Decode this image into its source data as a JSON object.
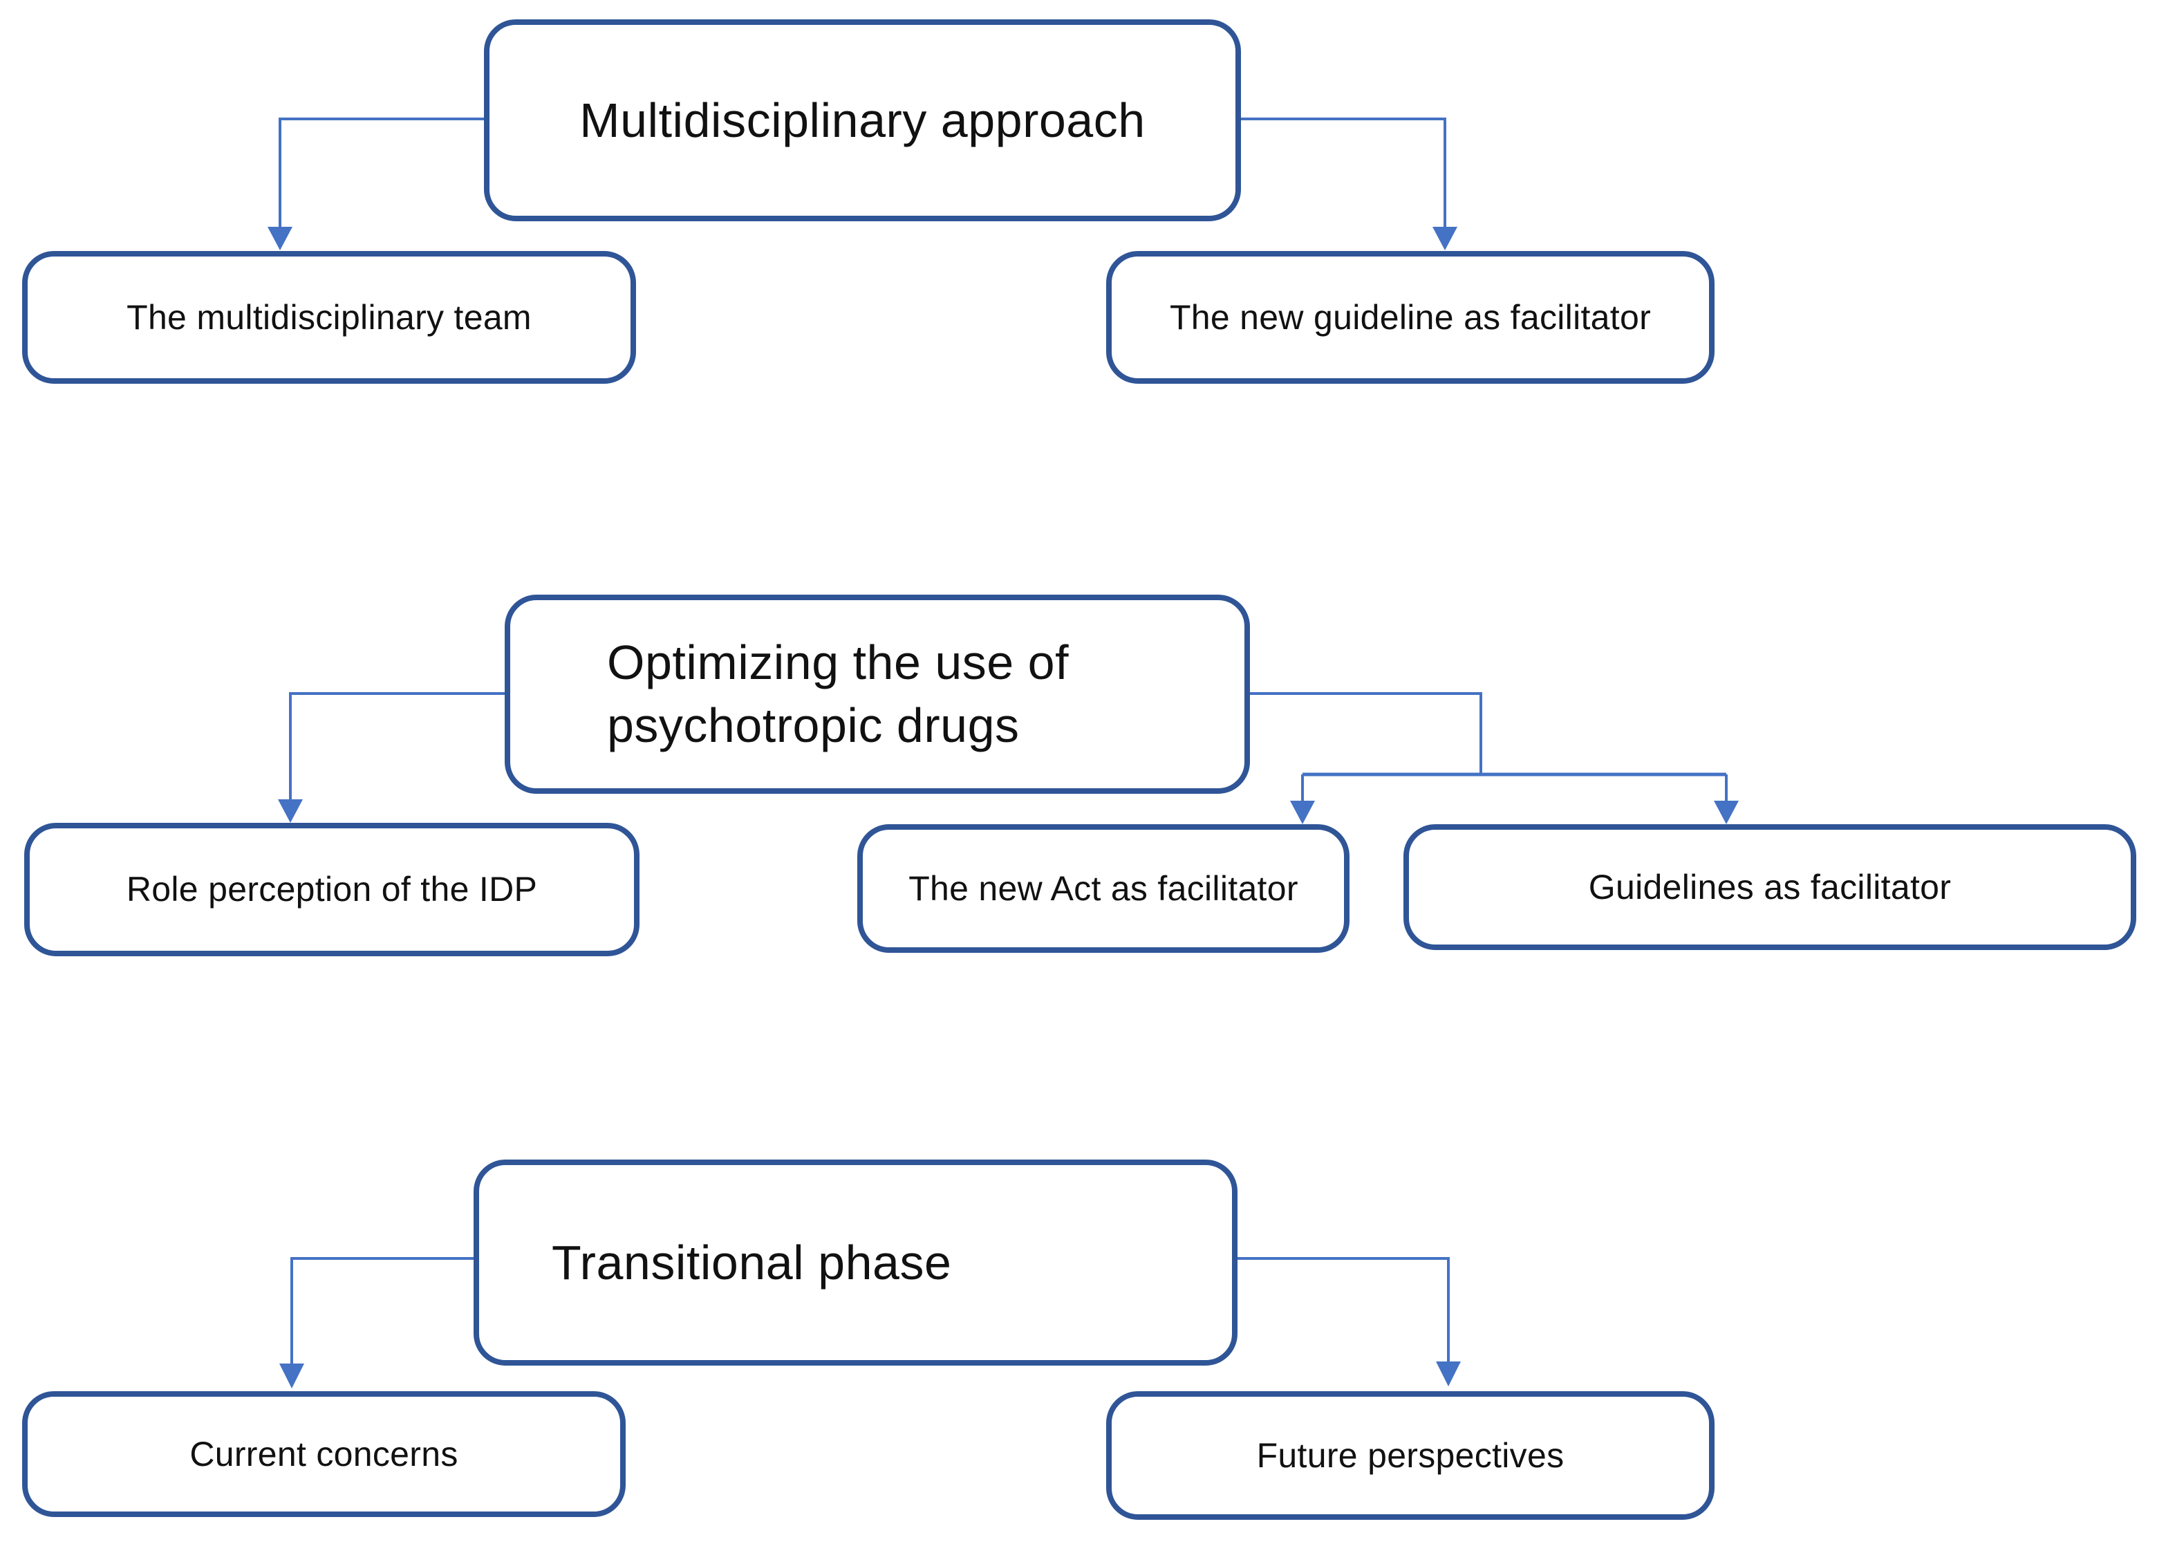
{
  "diagram": {
    "description": "Three-tier thematic flowchart with three separate parent themes, each linked by arrows to sub-theme boxes",
    "colors": {
      "box_border": "#2F5597",
      "box_fill": "#ffffff",
      "connector": "#4472C4",
      "text": "#111111",
      "background": "#ffffff"
    },
    "trees": [
      {
        "parent": {
          "label": "Multidisciplinary approach"
        },
        "children": [
          {
            "label": "The multidisciplinary team"
          },
          {
            "label": "The new guideline as facilitator"
          }
        ]
      },
      {
        "parent": {
          "label": "Optimizing the use of psychotropic drugs"
        },
        "children": [
          {
            "label": "Role perception of the IDP"
          },
          {
            "label": "The new Act as facilitator"
          },
          {
            "label": "Guidelines as facilitator"
          }
        ]
      },
      {
        "parent": {
          "label": "Transitional phase"
        },
        "children": [
          {
            "label": "Current concerns"
          },
          {
            "label": "Future perspectives"
          }
        ]
      }
    ]
  }
}
